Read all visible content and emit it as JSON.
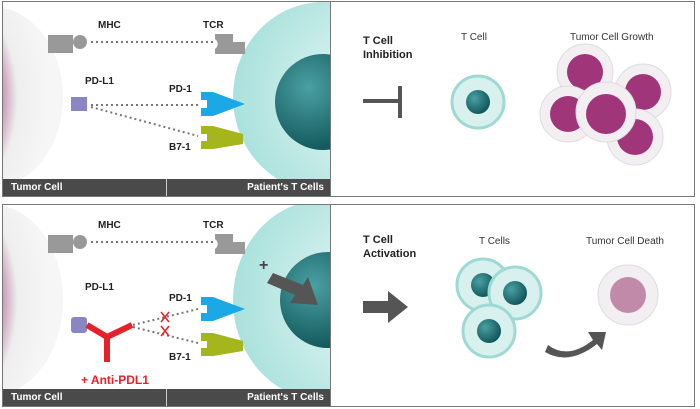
{
  "top": {
    "labels": {
      "mhc": "MHC",
      "tcr": "TCR",
      "pdl1": "PD-L1",
      "pd1": "PD-1",
      "b71": "B7-1"
    },
    "footer": {
      "left": "Tumor Cell",
      "right": "Patient's T Cells"
    },
    "result": {
      "heading_line1": "T Cell",
      "heading_line2": "Inhibition",
      "cell_label": "T Cell",
      "outcome_label": "Tumor Cell Growth"
    }
  },
  "bottom": {
    "labels": {
      "mhc": "MHC",
      "tcr": "TCR",
      "pdl1": "PD-L1",
      "pd1": "PD-1",
      "b71": "B7-1",
      "drug": "+ Anti-PDL1",
      "plus": "+"
    },
    "footer": {
      "left": "Tumor Cell",
      "right": "Patient's T Cells"
    },
    "result": {
      "heading_line1": "T Cell",
      "heading_line2": "Activation",
      "cell_label": "T Cells",
      "outcome_label": "Tumor Cell Death"
    }
  },
  "colors": {
    "tumor": "#a0357a",
    "tcell_nucleus": "#1e6e72",
    "tcell_membrane": "#bfe9e6",
    "pd1": "#1aa8e6",
    "b71": "#a5b51c",
    "pdl1": "#8a86c4",
    "antibody": "#e8202a",
    "receptor_gray": "#999999",
    "footer": "#4a4a4a"
  }
}
